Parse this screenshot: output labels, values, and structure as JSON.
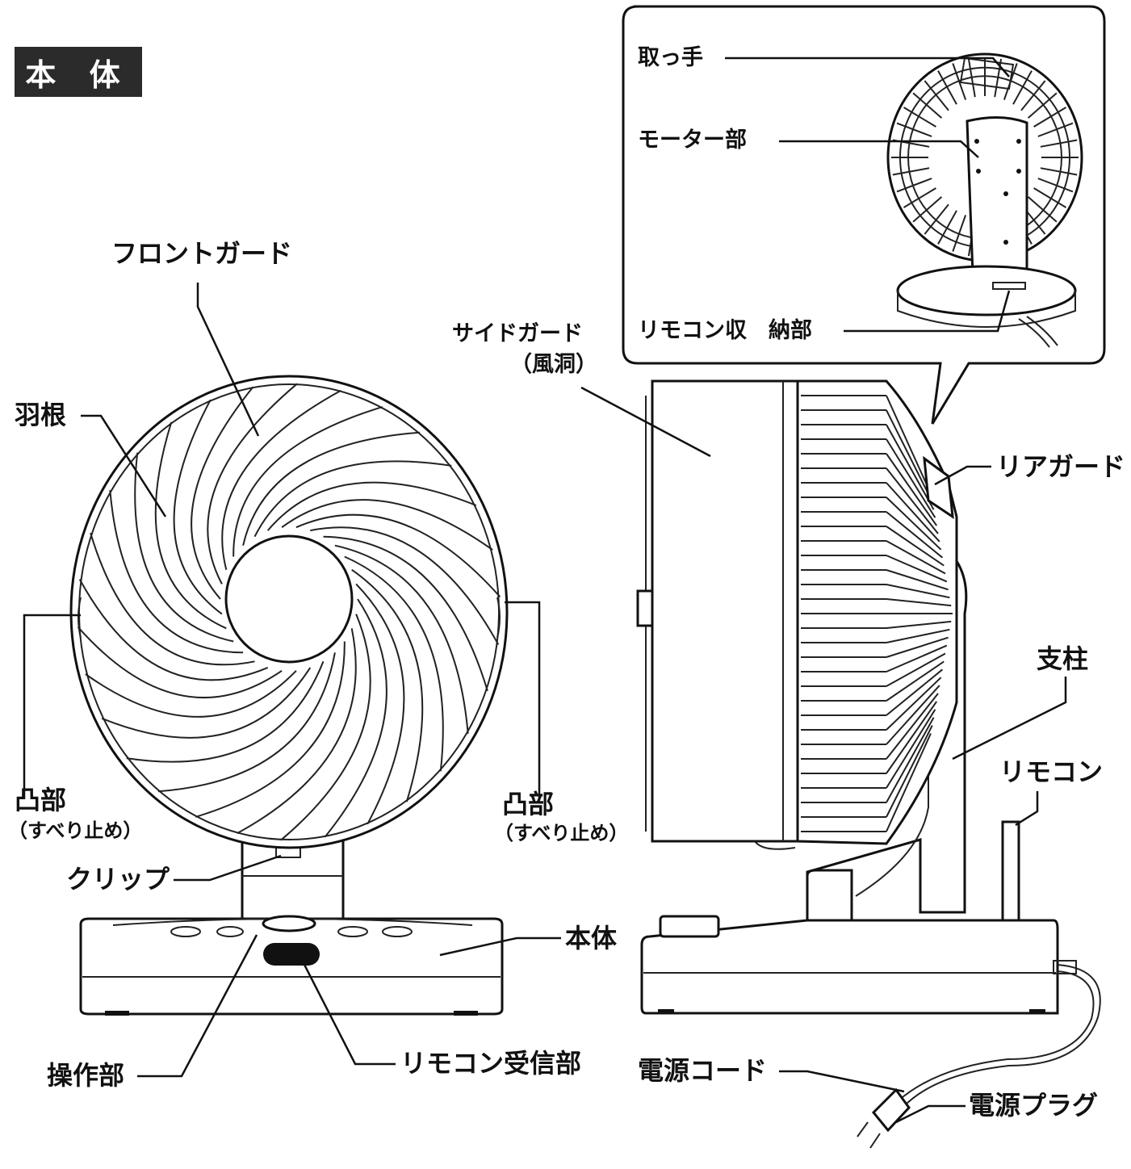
{
  "section_title": "本 体",
  "labels": {
    "front_guard": "フロントガード",
    "blade": "羽根",
    "protrusion_left": "凸部",
    "protrusion_left_sub": "（すべり止め）",
    "protrusion_right": "凸部",
    "protrusion_right_sub": "（すべり止め）",
    "clip": "クリップ",
    "body": "本体",
    "control_panel": "操作部",
    "remote_receiver": "リモコン受信部",
    "side_guard": "サイドガード",
    "side_guard_sub": "（風洞）",
    "rear_guard": "リアガード",
    "pillar": "支柱",
    "remote": "リモコン",
    "power_cord": "電源コード",
    "power_plug": "電源プラグ",
    "handle": "取っ手",
    "motor": "モーター部",
    "remote_storage": "リモコン収　納部"
  },
  "colors": {
    "line": "#111111",
    "badge_bg": "#2b2b2b",
    "badge_text": "#ffffff"
  }
}
